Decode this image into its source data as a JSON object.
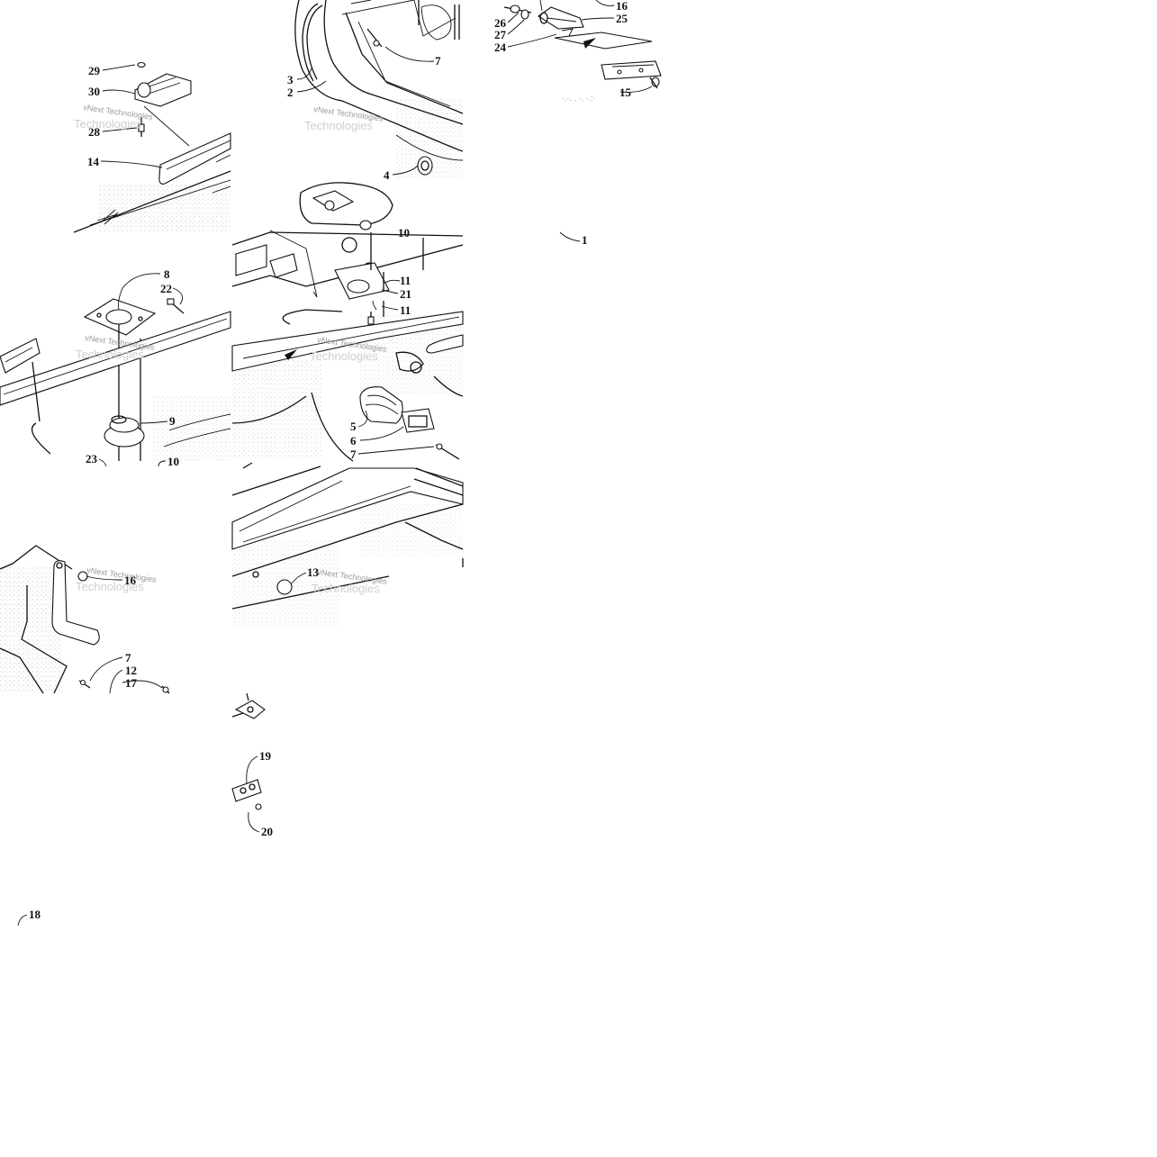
{
  "watermark": "vNext Technologies",
  "watermark_secondary": "Technologies",
  "callouts": [
    {
      "id": "c29",
      "label": "29"
    },
    {
      "id": "c30",
      "label": "30"
    },
    {
      "id": "c28",
      "label": "28"
    },
    {
      "id": "c14",
      "label": "14"
    },
    {
      "id": "c3",
      "label": "3"
    },
    {
      "id": "c2",
      "label": "2"
    },
    {
      "id": "c7a",
      "label": "7"
    },
    {
      "id": "c4",
      "label": "4"
    },
    {
      "id": "c16a",
      "label": "16"
    },
    {
      "id": "c25",
      "label": "25"
    },
    {
      "id": "c26",
      "label": "26"
    },
    {
      "id": "c27",
      "label": "27"
    },
    {
      "id": "c24",
      "label": "24"
    },
    {
      "id": "c15",
      "label": "15"
    },
    {
      "id": "c1",
      "label": "1"
    },
    {
      "id": "c10a",
      "label": "10"
    },
    {
      "id": "c8",
      "label": "8"
    },
    {
      "id": "c22",
      "label": "22"
    },
    {
      "id": "c11a",
      "label": "11"
    },
    {
      "id": "c21",
      "label": "21"
    },
    {
      "id": "c11b",
      "label": "11"
    },
    {
      "id": "c9",
      "label": "9"
    },
    {
      "id": "c23",
      "label": "23"
    },
    {
      "id": "c10b",
      "label": "10"
    },
    {
      "id": "c5",
      "label": "5"
    },
    {
      "id": "c6",
      "label": "6"
    },
    {
      "id": "c7b",
      "label": "7"
    },
    {
      "id": "c16b",
      "label": "16"
    },
    {
      "id": "c13",
      "label": "13"
    },
    {
      "id": "c7c",
      "label": "7"
    },
    {
      "id": "c12",
      "label": "12"
    },
    {
      "id": "c17",
      "label": "17"
    },
    {
      "id": "c19",
      "label": "19"
    },
    {
      "id": "c20",
      "label": "20"
    },
    {
      "id": "c18",
      "label": "18"
    }
  ]
}
